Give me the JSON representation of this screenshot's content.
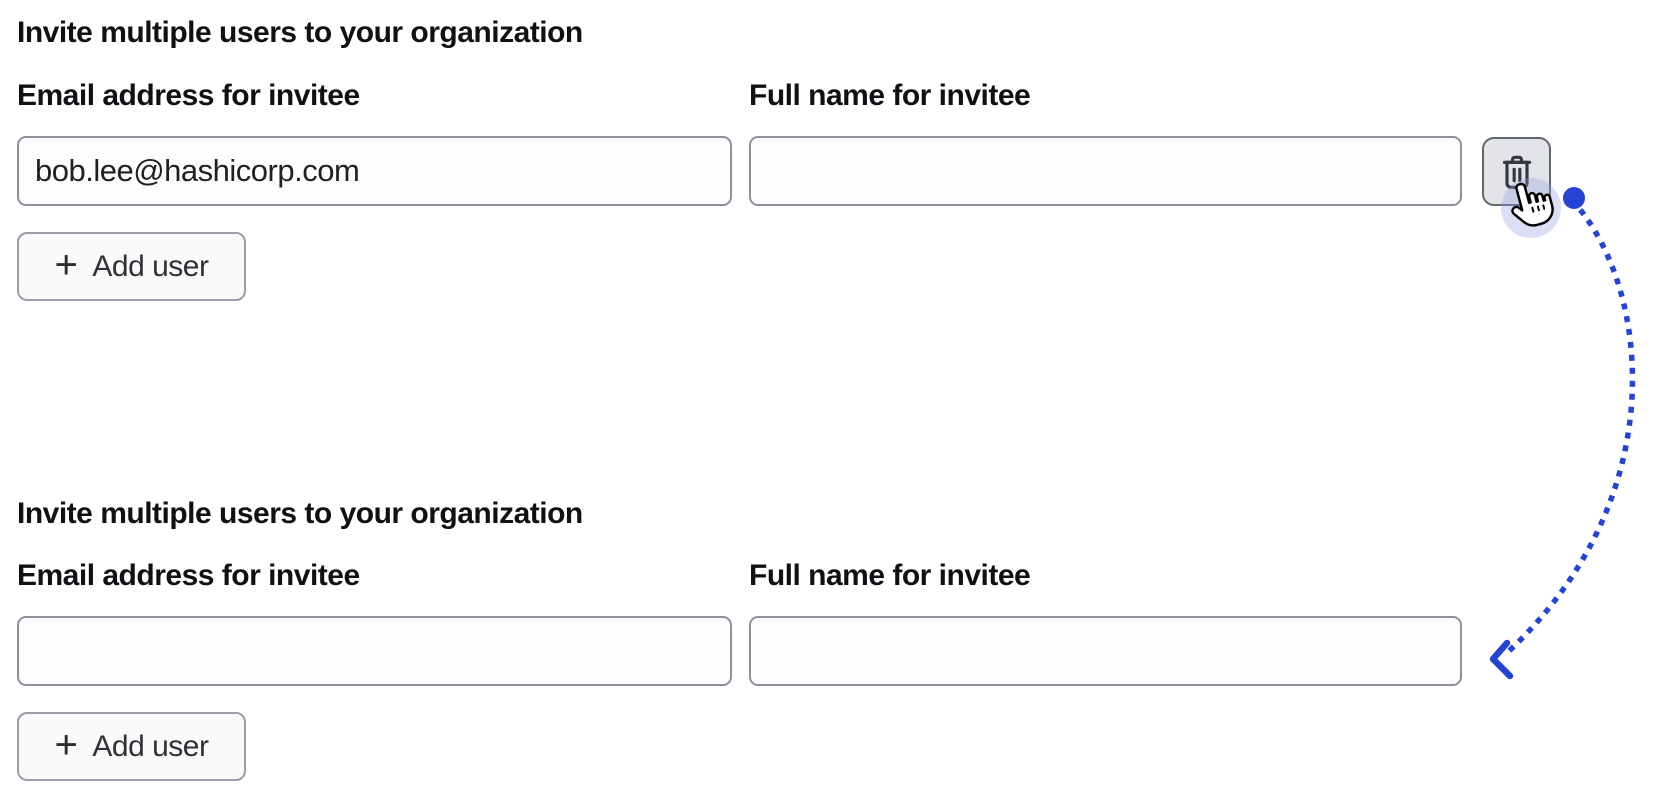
{
  "colors": {
    "accent_blue": "#2444d6",
    "halo_lavender": "rgba(145,158,227,0.33)"
  },
  "sections": [
    {
      "heading": "Invite multiple users to your organization",
      "email_field": {
        "label": "Email address for invitee",
        "value": "bob.lee@hashicorp.com"
      },
      "name_field": {
        "label": "Full name for invitee",
        "value": ""
      },
      "add_user_button": {
        "plus": "+",
        "label": "Add user"
      }
    },
    {
      "heading": "Invite multiple users to your organization",
      "email_field": {
        "label": "Email address for invitee",
        "value": ""
      },
      "name_field": {
        "label": "Full name for invitee",
        "value": ""
      },
      "add_user_button": {
        "plus": "+",
        "label": "Add user"
      }
    }
  ]
}
